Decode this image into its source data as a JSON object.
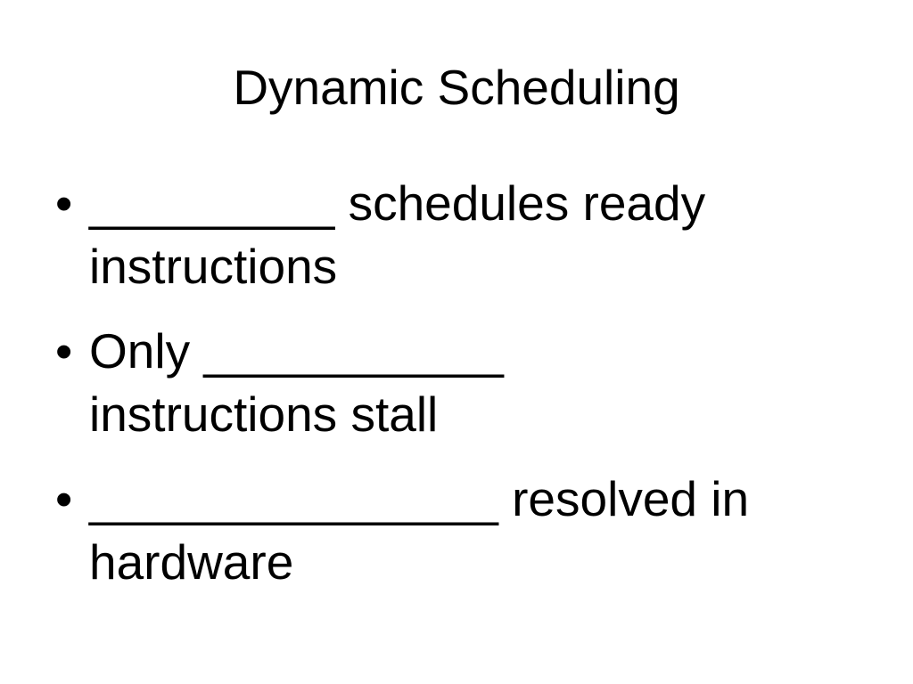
{
  "slide": {
    "title": "Dynamic Scheduling",
    "bullet_symbol": "•",
    "bullets": [
      {
        "line1": "_________ schedules ready",
        "line2": "instructions"
      },
      {
        "line1": "Only ___________",
        "line2": "instructions stall"
      },
      {
        "line1": "_______________ resolved in",
        "line2": "hardware"
      }
    ]
  }
}
